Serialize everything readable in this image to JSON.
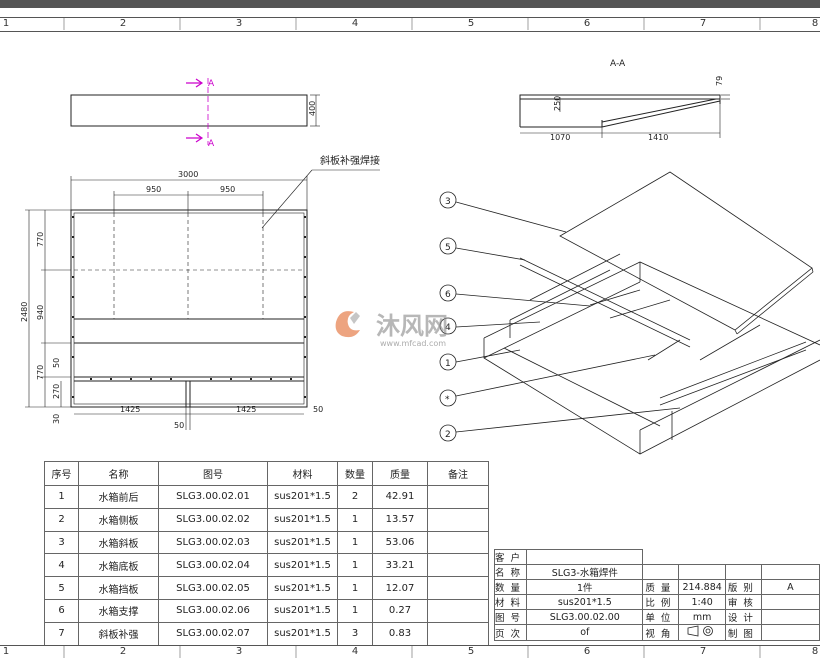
{
  "zones": [
    "1",
    "2",
    "3",
    "4",
    "5",
    "6",
    "7",
    "8"
  ],
  "section_label": "A-A",
  "marker_a": "A",
  "annotation": "斜板补强焊接",
  "dims": {
    "top_height": "400",
    "section_h1": "250",
    "section_h2": "79",
    "section_w1": "1070",
    "section_w2": "1410",
    "overall_w": "3000",
    "span1": "950",
    "span2": "950",
    "overall_h": "2480",
    "h_770a": "770",
    "h_940": "940",
    "h_50": "50",
    "h_770b": "770",
    "h_270": "270",
    "h_30": "30",
    "w_1425a": "1425",
    "w_1425b": "1425",
    "w_50a": "50",
    "w_50b": "50"
  },
  "balloons": [
    "3",
    "5",
    "6",
    "4",
    "1",
    "*",
    "2"
  ],
  "watermark": {
    "brand": "沐风网",
    "url": "www.mfcad.com"
  },
  "bom": {
    "headers": [
      "序号",
      "名称",
      "图号",
      "材料",
      "数量",
      "质量",
      "备注"
    ],
    "rows": [
      [
        "1",
        "水箱前后",
        "SLG3.00.02.01",
        "sus201*1.5",
        "2",
        "42.91",
        ""
      ],
      [
        "2",
        "水箱侧板",
        "SLG3.00.02.02",
        "sus201*1.5",
        "1",
        "13.57",
        ""
      ],
      [
        "3",
        "水箱斜板",
        "SLG3.00.02.03",
        "sus201*1.5",
        "1",
        "53.06",
        ""
      ],
      [
        "4",
        "水箱底板",
        "SLG3.00.02.04",
        "sus201*1.5",
        "1",
        "33.21",
        ""
      ],
      [
        "5",
        "水箱挡板",
        "SLG3.00.02.05",
        "sus201*1.5",
        "1",
        "12.07",
        ""
      ],
      [
        "6",
        "水箱支撑",
        "SLG3.00.02.06",
        "sus201*1.5",
        "1",
        "0.27",
        ""
      ],
      [
        "7",
        "斜板补强",
        "SLG3.00.02.07",
        "sus201*1.5",
        "3",
        "0.83",
        ""
      ]
    ]
  },
  "title_block": {
    "customer_label": "客户",
    "name_label": "名称",
    "name_value": "SLG3-水箱焊件",
    "qty_label": "数量",
    "qty_value": "1件",
    "material_label": "材料",
    "material_value": "sus201*1.5",
    "drawing_label": "图号",
    "drawing_value": "SLG3.00.02.00",
    "page_label": "页次",
    "page_value": "of",
    "mass_label": "质量",
    "mass_value": "214.884",
    "scale_label": "比例",
    "scale_value": "1:40",
    "unit_label": "单位",
    "unit_value": "mm",
    "view_label": "视角",
    "version_label": "版别",
    "version_value": "A",
    "review_label": "审核",
    "design_label": "设计",
    "draw_label": "制图"
  }
}
